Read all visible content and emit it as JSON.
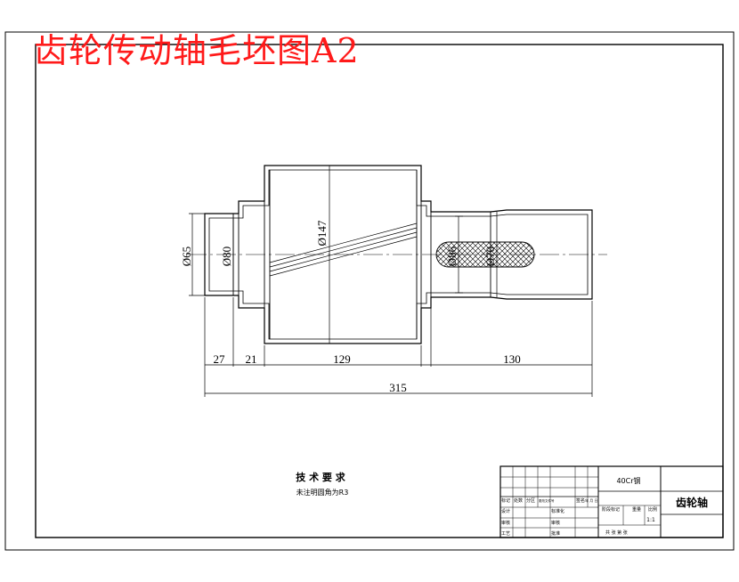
{
  "title": "齿轮传动轴毛坯图A2",
  "dimensions": {
    "d65": "Ø65",
    "d80": "Ø80",
    "d147": "Ø147",
    "d86": "Ø86",
    "d70": "Ø70",
    "l27": "27",
    "l21": "21",
    "l129": "129",
    "l130": "130",
    "l315": "315"
  },
  "tech_req": {
    "heading": "技 术 要 求",
    "note": "未注明圆角为R3"
  },
  "title_block": {
    "material": "40Cr钢",
    "part_name": "齿轮轴",
    "scale": "1:1",
    "col_labels": [
      "标记",
      "处数",
      "分区",
      "更改文件号",
      "签名",
      "年 月 日"
    ],
    "sheet_text": "共  张  第  张",
    "stage_labels": [
      "阶段标记",
      "重量",
      "比例"
    ],
    "roles": {
      "design": "设计",
      "standard": "标准化",
      "check": "审核",
      "craft": "工艺",
      "review": "审核",
      "approve": "批准"
    }
  },
  "colors": {
    "stamp": "#ff1a1a",
    "line": "#000000"
  }
}
